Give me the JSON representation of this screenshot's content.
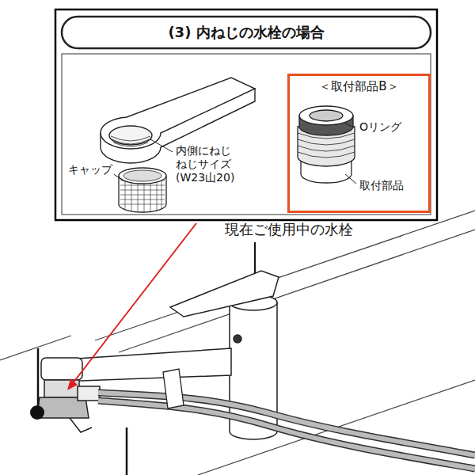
{
  "diagram": {
    "title": "(3) 内ねじの水栓の場合",
    "nodes": [
      {
        "text": [
          "＜取付部品B＞"
        ]
      }
    ],
    "labels": [
      "内側にねじ",
      "ねじサイズ",
      "(W23山20)",
      "キャップ",
      "Oリング",
      "取付部品",
      "現在ご使用中の水栓"
    ]
  }
}
